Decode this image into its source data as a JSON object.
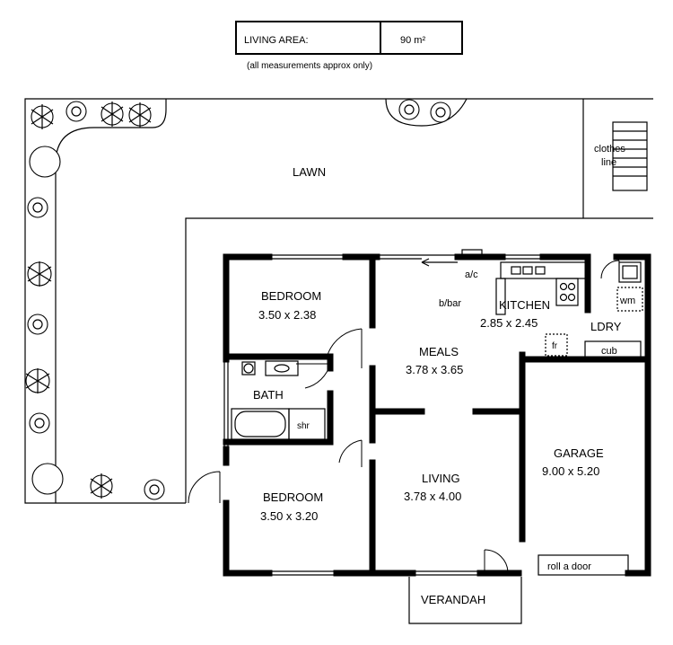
{
  "living_area": {
    "label": "LIVING AREA:",
    "value": "90 m²"
  },
  "note": "(all measurements approx only)",
  "outdoor": {
    "lawn": "LAWN",
    "clothes_line": [
      "clothes",
      "line"
    ],
    "verandah": "VERANDAH"
  },
  "rooms": {
    "bedroom1": {
      "name": "BEDROOM",
      "dims": "3.50 x 2.38"
    },
    "bedroom2": {
      "name": "BEDROOM",
      "dims": "3.50 x 3.20"
    },
    "bath": {
      "name": "BATH",
      "shower": "shr"
    },
    "kitchen": {
      "name": "KITCHEN",
      "dims": "2.85 x 2.45",
      "ac": "a/c",
      "bbar": "b/bar",
      "fridge": "fr"
    },
    "laundry": {
      "name": "LDRY",
      "wm": "wm",
      "cub": "cub"
    },
    "meals": {
      "name": "MEALS",
      "dims": "3.78 x 3.65"
    },
    "living": {
      "name": "LIVING",
      "dims": "3.78 x 4.00"
    },
    "garage": {
      "name": "GARAGE",
      "dims": "9.00 x 5.20",
      "door": "roll a door"
    }
  }
}
